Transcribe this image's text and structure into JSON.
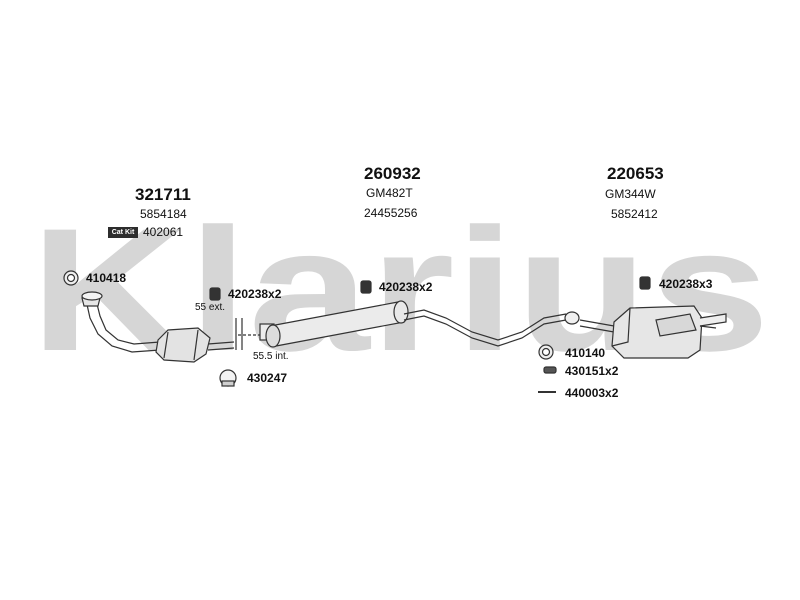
{
  "watermark": {
    "text": "Klarius"
  },
  "groups": [
    {
      "part_no": "321711",
      "ref": "5854184",
      "kit_label": "Cat Kit",
      "kit_no": "402061"
    },
    {
      "part_no": "260932",
      "ref1": "GM482T",
      "ref2": "24455256"
    },
    {
      "part_no": "220653",
      "ref1": "GM344W",
      "ref2": "5852412"
    }
  ],
  "parts": [
    {
      "code": "410418"
    },
    {
      "code": "420238x2"
    },
    {
      "code": "430247"
    },
    {
      "code": "420238x2"
    },
    {
      "code": "420238x3"
    },
    {
      "code": "410140"
    },
    {
      "code": "430151x2"
    },
    {
      "code": "440003x2"
    }
  ],
  "dimensions": {
    "ext": "55 ext.",
    "int": "55.5 int."
  },
  "colors": {
    "watermark": "#d6d6d6",
    "line": "#333333"
  },
  "icons": [
    "gasket-ring-icon",
    "rubber-mount-icon",
    "clamp-icon",
    "gasket-ring-icon",
    "rubber-mount-icon",
    "bolt-icon"
  ]
}
